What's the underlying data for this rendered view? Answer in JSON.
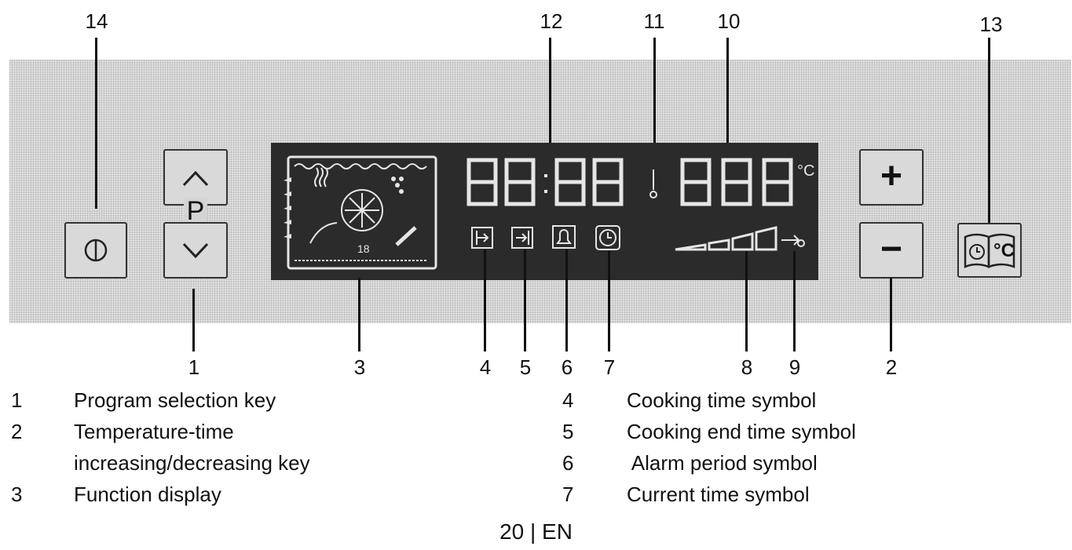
{
  "callouts": {
    "c14": "14",
    "c12": "12",
    "c11": "11",
    "c10": "10",
    "c13": "13",
    "c1": "1",
    "c3": "3",
    "c4": "4",
    "c5": "5",
    "c6": "6",
    "c7": "7",
    "c8": "8",
    "c9": "9",
    "c2": "2"
  },
  "keys": {
    "program_letter": "P",
    "plus": "+",
    "minus": "−",
    "deg_c": "°C"
  },
  "display": {
    "time_digits": "88:88",
    "temp_digits": "888",
    "temp_unit": "°C",
    "rack_level_number": "18"
  },
  "legend": {
    "left": [
      {
        "num": "1",
        "text": "Program selection key"
      },
      {
        "num": "2",
        "text": "Temperature-time"
      },
      {
        "num": "",
        "text": "increasing/decreasing key"
      },
      {
        "num": "3",
        "text": "Function display"
      }
    ],
    "right": [
      {
        "num": "4",
        "text": "Cooking time symbol"
      },
      {
        "num": "5",
        "text": "Cooking end time symbol"
      },
      {
        "num": "6",
        "text": " Alarm period symbol"
      },
      {
        "num": "7",
        "text": "Current time symbol"
      }
    ]
  },
  "footer": "20 | EN",
  "colors": {
    "panel": "#d4d4d4",
    "display_bg": "#2b2b2b",
    "lcd_segments": "#e6e6e6"
  }
}
